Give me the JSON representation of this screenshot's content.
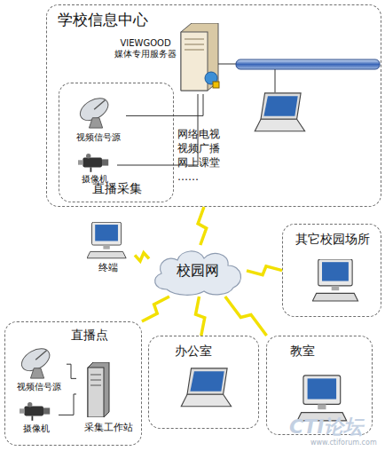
{
  "diagram": {
    "nodes": [
      {
        "text": [
          "学校信息中心"
        ]
      },
      {
        "text": [
          "VIEWGOOD 媒体专用服务器"
        ],
        "in": 0
      },
      {
        "text": [
          "直播采集"
        ],
        "in": 0
      },
      {
        "text": [
          "视频信号源"
        ],
        "in": 2
      },
      {
        "text": [
          "摄像机"
        ],
        "in": 2
      },
      {
        "text": [
          "校园网"
        ]
      },
      {
        "text": [
          "终端"
        ]
      },
      {
        "text": [
          "其它校园场所"
        ]
      },
      {
        "text": [
          "直播点"
        ]
      },
      {
        "text": [
          "视频信号源"
        ],
        "in": 8
      },
      {
        "text": [
          "摄像机"
        ],
        "in": 8
      },
      {
        "text": [
          "采集工作站"
        ],
        "in": 8
      },
      {
        "text": [
          "办公室"
        ]
      },
      {
        "text": [
          "教室"
        ]
      }
    ],
    "edges": [
      {
        "from": 3,
        "to": 1,
        "arrow": "none"
      },
      {
        "from": 4,
        "to": 1,
        "arrow": "none"
      },
      {
        "from": 0,
        "to": 5,
        "arrow": "none"
      },
      {
        "from": 5,
        "to": 6,
        "arrow": "none"
      },
      {
        "from": 5,
        "to": 7,
        "arrow": "none"
      },
      {
        "from": 5,
        "to": 8,
        "arrow": "none"
      },
      {
        "from": 5,
        "to": 12,
        "arrow": "none"
      },
      {
        "from": 5,
        "to": 13,
        "arrow": "none"
      },
      {
        "from": 9,
        "to": 11,
        "arrow": "none"
      },
      {
        "from": 10,
        "to": 11,
        "arrow": "none"
      }
    ],
    "labels": [
      "网络电视 视频广播 网上课堂 ……",
      "CTI论坛",
      "www.ctiforum.com"
    ]
  }
}
